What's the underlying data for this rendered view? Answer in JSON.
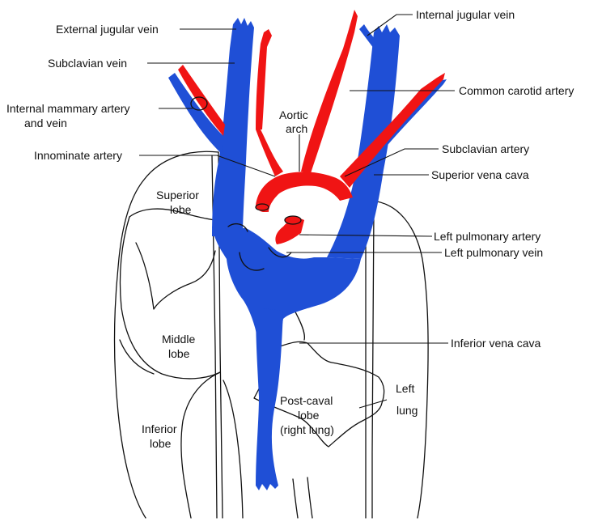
{
  "colors": {
    "vein": "#1f4fd6",
    "artery": "#f01414",
    "outline": "#111111",
    "background": "#ffffff"
  },
  "labels": {
    "external_jugular_vein": "External jugular vein",
    "internal_jugular_vein": "Internal jugular vein",
    "subclavian_vein": "Subclavian vein",
    "common_carotid_artery": "Common carotid artery",
    "internal_mammary_line1": "Internal mammary artery",
    "internal_mammary_line2": "and vein",
    "aortic_arch_line1": "Aortic",
    "aortic_arch_line2": "arch",
    "innominate_artery": "Innominate artery",
    "subclavian_artery": "Subclavian artery",
    "superior_vena_cava": "Superior vena cava",
    "superior_lobe_line1": "Superior",
    "superior_lobe_line2": "lobe",
    "left_pulmonary_artery": "Left pulmonary artery",
    "left_pulmonary_vein": "Left pulmonary vein",
    "middle_lobe_line1": "Middle",
    "middle_lobe_line2": "lobe",
    "inferior_vena_cava": "Inferior vena cava",
    "left_lung_line1": "Left",
    "left_lung_line2": "lung",
    "post_caval_line1": "Post-caval",
    "post_caval_line2": "lobe",
    "post_caval_line3": "(right lung)",
    "inferior_lobe_line1": "Inferior",
    "inferior_lobe_line2": "lobe"
  }
}
